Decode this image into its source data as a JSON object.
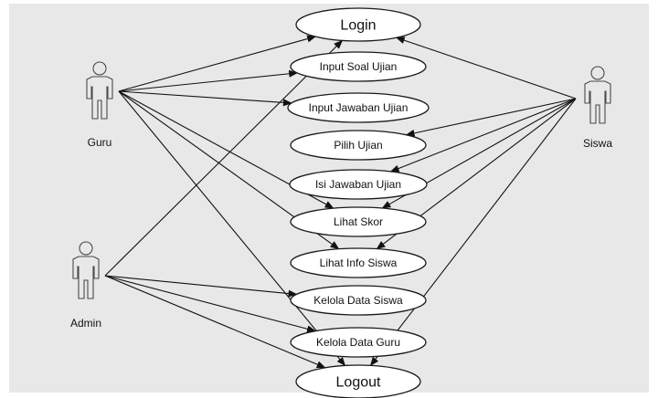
{
  "actors": [
    {
      "id": "guru",
      "label": "Guru"
    },
    {
      "id": "admin",
      "label": "Admin"
    },
    {
      "id": "siswa",
      "label": "Siswa"
    }
  ],
  "use_cases": [
    {
      "id": "login",
      "label": "Login"
    },
    {
      "id": "input-soal-ujian",
      "label": "Input Soal Ujian"
    },
    {
      "id": "input-jawaban-ujian",
      "label": "Input Jawaban Ujian"
    },
    {
      "id": "pilih-ujian",
      "label": "Pilih Ujian"
    },
    {
      "id": "isi-jawaban-ujian",
      "label": "Isi Jawaban Ujian"
    },
    {
      "id": "lihat-skor",
      "label": "Lihat Skor"
    },
    {
      "id": "lihat-info-siswa",
      "label": "Lihat Info Siswa"
    },
    {
      "id": "kelola-data-siswa",
      "label": "Kelola Data Siswa"
    },
    {
      "id": "kelola-data-guru",
      "label": "Kelola Data Guru"
    },
    {
      "id": "logout",
      "label": "Logout"
    }
  ],
  "associations": [
    {
      "from": "guru",
      "to": "login"
    },
    {
      "from": "guru",
      "to": "input-soal-ujian"
    },
    {
      "from": "guru",
      "to": "input-jawaban-ujian"
    },
    {
      "from": "guru",
      "to": "lihat-skor"
    },
    {
      "from": "guru",
      "to": "lihat-info-siswa"
    },
    {
      "from": "guru",
      "to": "logout"
    },
    {
      "from": "admin",
      "to": "login"
    },
    {
      "from": "admin",
      "to": "kelola-data-siswa"
    },
    {
      "from": "admin",
      "to": "kelola-data-guru"
    },
    {
      "from": "admin",
      "to": "logout"
    },
    {
      "from": "siswa",
      "to": "login"
    },
    {
      "from": "siswa",
      "to": "pilih-ujian"
    },
    {
      "from": "siswa",
      "to": "isi-jawaban-ujian"
    },
    {
      "from": "siswa",
      "to": "lihat-skor"
    },
    {
      "from": "siswa",
      "to": "lihat-info-siswa"
    },
    {
      "from": "siswa",
      "to": "logout"
    }
  ]
}
